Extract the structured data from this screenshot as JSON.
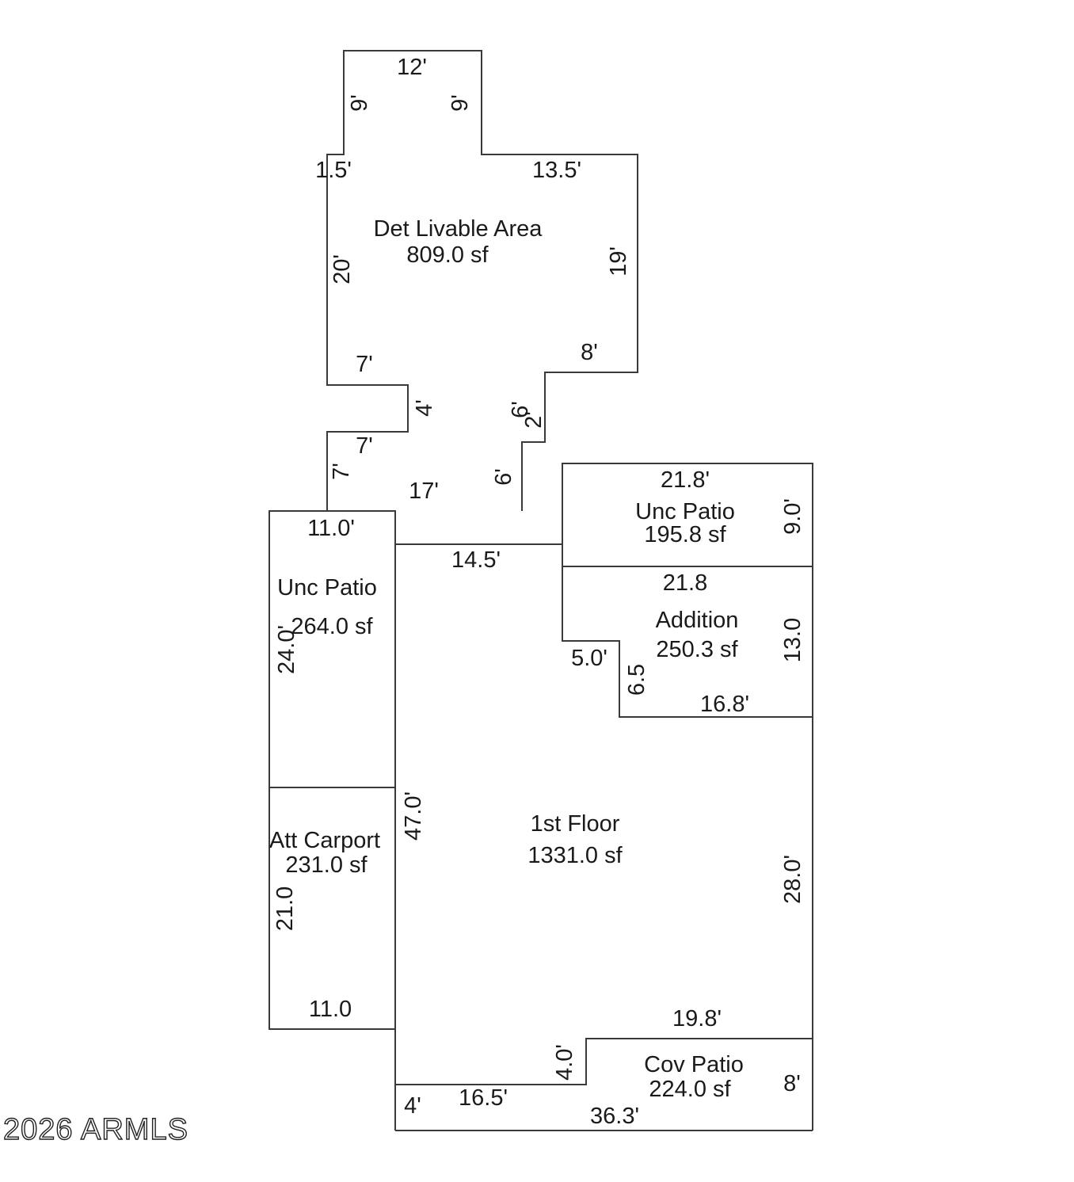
{
  "rooms": {
    "det_livable": {
      "name": "Det Livable Area",
      "area": "809.0 sf"
    },
    "unc_patio_left": {
      "name": "Unc Patio",
      "area": "264.0 sf"
    },
    "unc_patio_right": {
      "name": "Unc Patio",
      "area": "195.8 sf"
    },
    "addition": {
      "name": "Addition",
      "area": "250.3 sf"
    },
    "first_floor": {
      "name": "1st Floor",
      "area": "1331.0 sf"
    },
    "att_carport": {
      "name": "Att Carport",
      "area": "231.0 sf"
    },
    "cov_patio": {
      "name": "Cov Patio",
      "area": "224.0 sf"
    }
  },
  "dimensions": {
    "d12": "12'",
    "d9a": "9'",
    "d9b": "9'",
    "d1_5": "1.5'",
    "d13_5": "13.5'",
    "d20": "20'",
    "d19": "19'",
    "d8": "8'",
    "d7a": "7'",
    "d4": "4'",
    "d6a": "6'",
    "d2": "2'",
    "d7b": "7'",
    "d7c": "7'",
    "d6b": "6'",
    "d17": "17'",
    "d21_8a": "21.8'",
    "d9_0": "9.0'",
    "d11_0a": "11.0'",
    "d14_5": "14.5'",
    "d21_8b": "21.8",
    "d13_0": "13.0",
    "d24_0": "24.0'",
    "d5_0": "5.0'",
    "d6_5": "6.5",
    "d16_8": "16.8'",
    "d47_0": "47.0'",
    "d28_0": "28.0'",
    "d21_0": "21.0",
    "d11_0b": "11.0",
    "d19_8": "19.8'",
    "d4_0": "4.0'",
    "d8b": "8'",
    "d4b": "4'",
    "d16_5": "16.5'",
    "d36_3": "36.3'"
  },
  "watermark": "2026 ARMLS"
}
